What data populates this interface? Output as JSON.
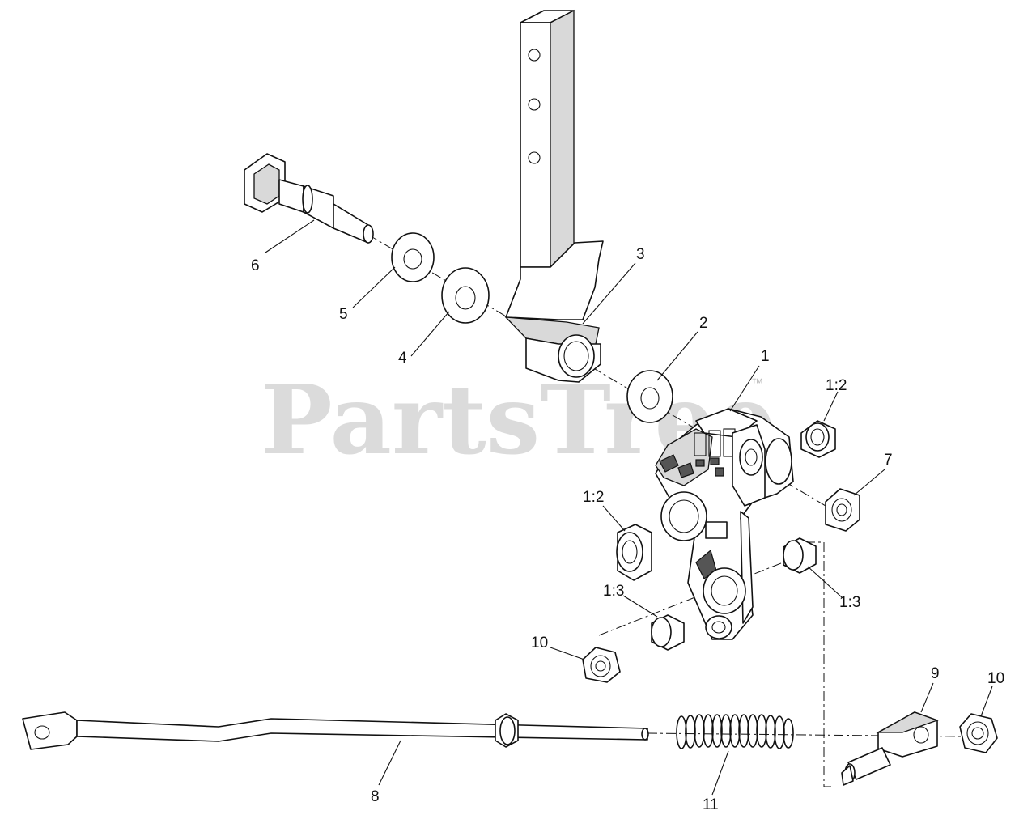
{
  "watermark": {
    "text": "PartsTree",
    "trademark": "™"
  },
  "callouts": [
    {
      "id": "c1",
      "label": "1"
    },
    {
      "id": "c2",
      "label": "2"
    },
    {
      "id": "c3",
      "label": "3"
    },
    {
      "id": "c4",
      "label": "4"
    },
    {
      "id": "c5",
      "label": "5"
    },
    {
      "id": "c6",
      "label": "6"
    },
    {
      "id": "c7",
      "label": "7"
    },
    {
      "id": "c8",
      "label": "8"
    },
    {
      "id": "c9",
      "label": "9"
    },
    {
      "id": "c10a",
      "label": "10"
    },
    {
      "id": "c10b",
      "label": "10"
    },
    {
      "id": "c11",
      "label": "11"
    },
    {
      "id": "c12a",
      "label": "1:2"
    },
    {
      "id": "c12b",
      "label": "1:2"
    },
    {
      "id": "c13a",
      "label": "1:3"
    },
    {
      "id": "c13b",
      "label": "1:3"
    }
  ]
}
